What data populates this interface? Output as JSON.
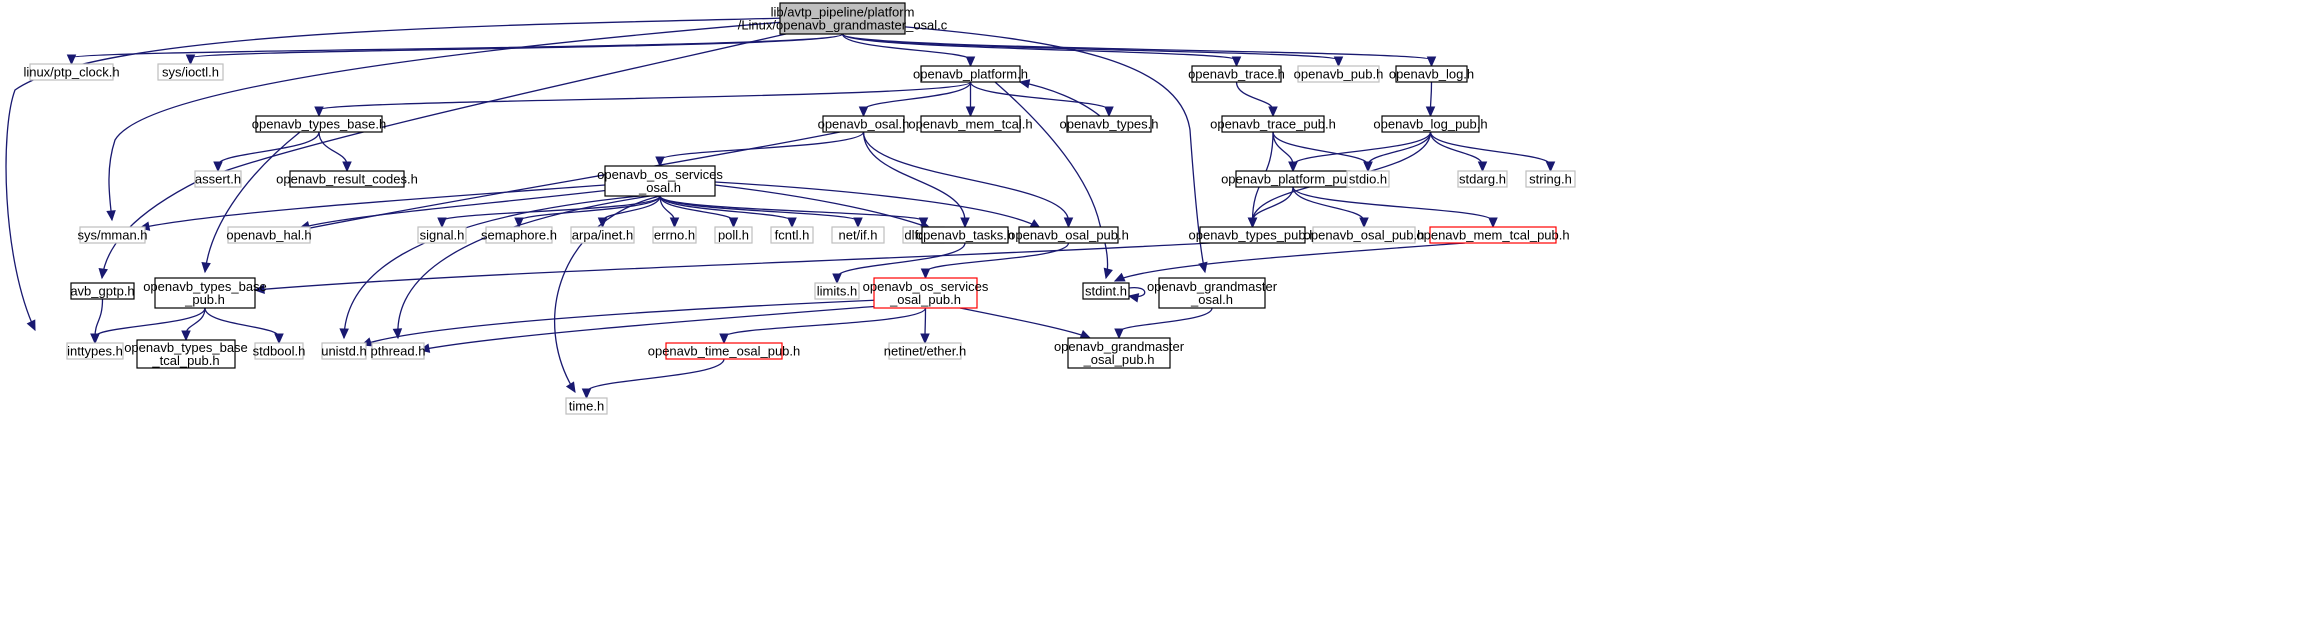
{
  "graph": {
    "root": "lib/avtp_pipeline/platform/Linux/openavb_grandmaster_osal.c",
    "nodes": [
      {
        "id": "root",
        "lines": [
          "lib/avtp_pipeline/platform",
          "/Linux/openavb_grandmaster_osal.c"
        ],
        "kind": "root"
      },
      {
        "id": "linux_ptp_clock",
        "lines": [
          "linux/ptp_clock.h"
        ],
        "kind": "external"
      },
      {
        "id": "sys_ioctl",
        "lines": [
          "sys/ioctl.h"
        ],
        "kind": "external"
      },
      {
        "id": "openavb_platform",
        "lines": [
          "openavb_platform.h"
        ],
        "kind": "normal"
      },
      {
        "id": "openavb_trace",
        "lines": [
          "openavb_trace.h"
        ],
        "kind": "normal"
      },
      {
        "id": "openavb_pub",
        "lines": [
          "openavb_pub.h"
        ],
        "kind": "external"
      },
      {
        "id": "openavb_log",
        "lines": [
          "openavb_log.h"
        ],
        "kind": "normal"
      },
      {
        "id": "openavb_types_base",
        "lines": [
          "openavb_types_base.h"
        ],
        "kind": "normal"
      },
      {
        "id": "openavb_osal",
        "lines": [
          "openavb_osal.h"
        ],
        "kind": "normal"
      },
      {
        "id": "openavb_mem_tcal",
        "lines": [
          "openavb_mem_tcal.h"
        ],
        "kind": "normal"
      },
      {
        "id": "openavb_types",
        "lines": [
          "openavb_types.h"
        ],
        "kind": "normal"
      },
      {
        "id": "openavb_trace_pub",
        "lines": [
          "openavb_trace_pub.h"
        ],
        "kind": "normal"
      },
      {
        "id": "openavb_log_pub",
        "lines": [
          "openavb_log_pub.h"
        ],
        "kind": "normal"
      },
      {
        "id": "assert",
        "lines": [
          "assert.h"
        ],
        "kind": "external"
      },
      {
        "id": "openavb_result_codes",
        "lines": [
          "openavb_result_codes.h"
        ],
        "kind": "normal"
      },
      {
        "id": "openavb_os_services_osal",
        "lines": [
          "openavb_os_services",
          "_osal.h"
        ],
        "kind": "normal"
      },
      {
        "id": "openavb_platform_pub",
        "lines": [
          "openavb_platform_pub.h"
        ],
        "kind": "normal"
      },
      {
        "id": "stdio",
        "lines": [
          "stdio.h"
        ],
        "kind": "external"
      },
      {
        "id": "stdarg",
        "lines": [
          "stdarg.h"
        ],
        "kind": "external"
      },
      {
        "id": "string",
        "lines": [
          "string.h"
        ],
        "kind": "external"
      },
      {
        "id": "sys_mman",
        "lines": [
          "sys/mman.h"
        ],
        "kind": "external"
      },
      {
        "id": "openavb_hal",
        "lines": [
          "openavb_hal.h"
        ],
        "kind": "external"
      },
      {
        "id": "signal",
        "lines": [
          "signal.h"
        ],
        "kind": "external"
      },
      {
        "id": "semaphore",
        "lines": [
          "semaphore.h"
        ],
        "kind": "external"
      },
      {
        "id": "arpa_inet",
        "lines": [
          "arpa/inet.h"
        ],
        "kind": "external"
      },
      {
        "id": "errno",
        "lines": [
          "errno.h"
        ],
        "kind": "external"
      },
      {
        "id": "poll",
        "lines": [
          "poll.h"
        ],
        "kind": "external"
      },
      {
        "id": "fcntl",
        "lines": [
          "fcntl.h"
        ],
        "kind": "external"
      },
      {
        "id": "net_if",
        "lines": [
          "net/if.h"
        ],
        "kind": "external"
      },
      {
        "id": "dlfcn",
        "lines": [
          "dlfcn.h"
        ],
        "kind": "external"
      },
      {
        "id": "openavb_tasks",
        "lines": [
          "openavb_tasks.h"
        ],
        "kind": "normal"
      },
      {
        "id": "openavb_osal_pub",
        "lines": [
          "openavb_osal_pub.h"
        ],
        "kind": "normal"
      },
      {
        "id": "openavb_types_pub",
        "lines": [
          "openavb_types_pub.h"
        ],
        "kind": "normal"
      },
      {
        "id": "openavb_osal_pub_ext",
        "lines": [
          "openavb_osal_pub.h"
        ],
        "kind": "external"
      },
      {
        "id": "openavb_mem_tcal_pub",
        "lines": [
          "openavb_mem_tcal_pub.h"
        ],
        "kind": "incomplete"
      },
      {
        "id": "avb_gptp",
        "lines": [
          "avb_gptp.h"
        ],
        "kind": "normal"
      },
      {
        "id": "openavb_types_base_pub",
        "lines": [
          "openavb_types_base",
          "_pub.h"
        ],
        "kind": "normal"
      },
      {
        "id": "limits",
        "lines": [
          "limits.h"
        ],
        "kind": "external"
      },
      {
        "id": "openavb_os_services_osal_pub",
        "lines": [
          "openavb_os_services",
          "_osal_pub.h"
        ],
        "kind": "incomplete"
      },
      {
        "id": "stdint",
        "lines": [
          "stdint.h"
        ],
        "kind": "normal"
      },
      {
        "id": "openavb_grandmaster_osal",
        "lines": [
          "openavb_grandmaster",
          "_osal.h"
        ],
        "kind": "normal"
      },
      {
        "id": "inttypes",
        "lines": [
          "inttypes.h"
        ],
        "kind": "external"
      },
      {
        "id": "openavb_types_base_tcal_pub",
        "lines": [
          "openavb_types_base",
          "_tcal_pub.h"
        ],
        "kind": "normal"
      },
      {
        "id": "stdbool",
        "lines": [
          "stdbool.h"
        ],
        "kind": "external"
      },
      {
        "id": "unistd",
        "lines": [
          "unistd.h"
        ],
        "kind": "external"
      },
      {
        "id": "pthread",
        "lines": [
          "pthread.h"
        ],
        "kind": "external"
      },
      {
        "id": "openavb_time_osal_pub",
        "lines": [
          "openavb_time_osal_pub.h"
        ],
        "kind": "incomplete"
      },
      {
        "id": "netinet_ether",
        "lines": [
          "netinet/ether.h"
        ],
        "kind": "external"
      },
      {
        "id": "openavb_grandmaster_osal_pub",
        "lines": [
          "openavb_grandmaster",
          "_osal_pub.h"
        ],
        "kind": "normal"
      },
      {
        "id": "time",
        "lines": [
          "time.h"
        ],
        "kind": "external"
      }
    ],
    "edges": [
      [
        "root",
        "linux_ptp_clock"
      ],
      [
        "root",
        "sys_ioctl"
      ],
      [
        "root",
        "openavb_platform"
      ],
      [
        "root",
        "openavb_trace"
      ],
      [
        "root",
        "openavb_pub"
      ],
      [
        "root",
        "openavb_log"
      ],
      [
        "root",
        "inttypes"
      ],
      [
        "root",
        "sys_mman"
      ],
      [
        "root",
        "avb_gptp"
      ],
      [
        "root",
        "openavb_grandmaster_osal"
      ],
      [
        "openavb_platform",
        "openavb_types_base"
      ],
      [
        "openavb_platform",
        "openavb_osal"
      ],
      [
        "openavb_platform",
        "openavb_mem_tcal"
      ],
      [
        "openavb_platform",
        "openavb_types"
      ],
      [
        "openavb_platform",
        "stdint"
      ],
      [
        "openavb_types",
        "openavb_platform"
      ],
      [
        "openavb_trace",
        "openavb_trace_pub"
      ],
      [
        "openavb_log",
        "openavb_log_pub"
      ],
      [
        "openavb_types_base",
        "assert"
      ],
      [
        "openavb_types_base",
        "openavb_result_codes"
      ],
      [
        "openavb_types_base",
        "openavb_types_base_pub"
      ],
      [
        "openavb_osal",
        "openavb_os_services_osal"
      ],
      [
        "openavb_osal",
        "openavb_hal"
      ],
      [
        "openavb_osal",
        "openavb_tasks"
      ],
      [
        "openavb_osal",
        "openavb_osal_pub"
      ],
      [
        "openavb_trace_pub",
        "openavb_platform_pub"
      ],
      [
        "openavb_trace_pub",
        "stdio"
      ],
      [
        "openavb_trace_pub",
        "openavb_types_pub"
      ],
      [
        "openavb_log_pub",
        "openavb_platform_pub"
      ],
      [
        "openavb_log_pub",
        "stdio"
      ],
      [
        "openavb_log_pub",
        "stdarg"
      ],
      [
        "openavb_log_pub",
        "string"
      ],
      [
        "openavb_log_pub",
        "openavb_types_pub"
      ],
      [
        "openavb_os_services_osal",
        "sys_mman"
      ],
      [
        "openavb_os_services_osal",
        "openavb_hal"
      ],
      [
        "openavb_os_services_osal",
        "signal"
      ],
      [
        "openavb_os_services_osal",
        "semaphore"
      ],
      [
        "openavb_os_services_osal",
        "arpa_inet"
      ],
      [
        "openavb_os_services_osal",
        "errno"
      ],
      [
        "openavb_os_services_osal",
        "poll"
      ],
      [
        "openavb_os_services_osal",
        "fcntl"
      ],
      [
        "openavb_os_services_osal",
        "net_if"
      ],
      [
        "openavb_os_services_osal",
        "dlfcn"
      ],
      [
        "openavb_os_services_osal",
        "openavb_tasks"
      ],
      [
        "openavb_os_services_osal",
        "openavb_osal_pub"
      ],
      [
        "openavb_os_services_osal",
        "unistd"
      ],
      [
        "openavb_os_services_osal",
        "pthread"
      ],
      [
        "openavb_os_services_osal",
        "time"
      ],
      [
        "openavb_platform_pub",
        "openavb_types_pub"
      ],
      [
        "openavb_platform_pub",
        "openavb_osal_pub_ext"
      ],
      [
        "openavb_platform_pub",
        "openavb_mem_tcal_pub"
      ],
      [
        "openavb_types_pub",
        "openavb_types_base_pub"
      ],
      [
        "openavb_mem_tcal_pub",
        "stdint"
      ],
      [
        "openavb_tasks",
        "limits"
      ],
      [
        "openavb_osal_pub",
        "openavb_os_services_osal_pub"
      ],
      [
        "avb_gptp",
        "inttypes"
      ],
      [
        "openavb_types_base_pub",
        "inttypes"
      ],
      [
        "openavb_types_base_pub",
        "openavb_types_base_tcal_pub"
      ],
      [
        "openavb_types_base_pub",
        "stdbool"
      ],
      [
        "openavb_os_services_osal_pub",
        "unistd"
      ],
      [
        "openavb_os_services_osal_pub",
        "pthread"
      ],
      [
        "openavb_os_services_osal_pub",
        "openavb_time_osal_pub"
      ],
      [
        "openavb_os_services_osal_pub",
        "netinet_ether"
      ],
      [
        "openavb_os_services_osal_pub",
        "openavb_grandmaster_osal_pub"
      ],
      [
        "openavb_time_osal_pub",
        "time"
      ],
      [
        "openavb_grandmaster_osal",
        "openavb_grandmaster_osal_pub"
      ],
      [
        "stdint",
        "stdint"
      ]
    ]
  },
  "colors": {
    "edge": "#191970",
    "root_fill": "#bfbfbf",
    "normal_border": "#000000",
    "external_border": "#bfbfbf",
    "incomplete_border": "#ff0000"
  }
}
